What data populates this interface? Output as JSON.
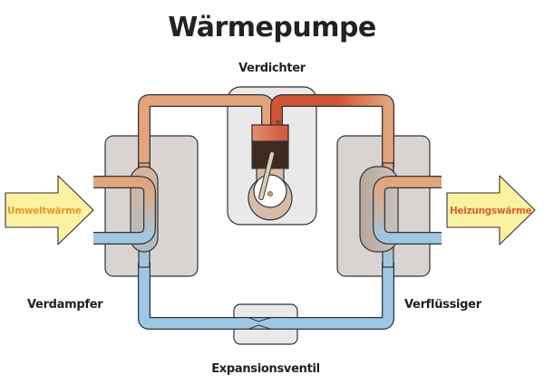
{
  "title": "Wärmepumpe",
  "components": {
    "compressor": "Verdichter",
    "evaporator": "Verdampfer",
    "condenser": "Verflüssiger",
    "expansion_valve": "Expansionsventil"
  },
  "arrows": {
    "input": "Umweltwärme",
    "output": "Heizungswärme"
  },
  "colors": {
    "warm_pipe": "#e3a47c",
    "hot_pipe": "#cf5438",
    "cold_pipe": "#9ec7e6",
    "unit_box": "#d9d4d1",
    "compressor_box": "#e9e9e9",
    "arrow_fill": "#fbf2a1",
    "input_text": "#e39a2c",
    "output_text": "#d8602a",
    "outline": "#333333"
  }
}
